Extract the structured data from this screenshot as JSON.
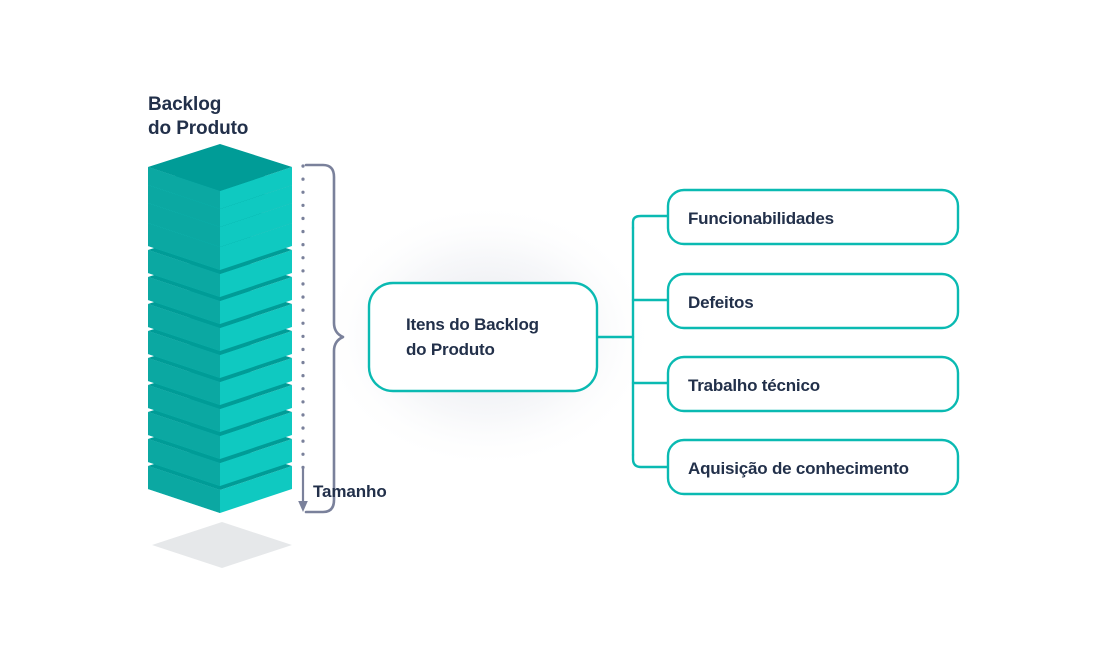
{
  "diagram": {
    "type": "mind-map",
    "background_color": "#ffffff",
    "stack": {
      "title_line1": "Backlog",
      "title_line2": "do Produto",
      "block_count": 13,
      "colors": {
        "top_face": "#009C97",
        "front_face": "#0FC9C1",
        "side_face": "#008B86",
        "ground_shadow": "#E6E8EA"
      }
    },
    "measure": {
      "label": "Tamanho",
      "brace_color": "#7A819B",
      "dotted_color": "#7A819B"
    },
    "center_node": {
      "line1": "Itens do Backlog",
      "line2": "do Produto",
      "border_color": "#0ABAB2",
      "text_color": "#22304A",
      "fill": "#FFFFFF"
    },
    "connector_color": "#0ABAB2",
    "branches": [
      {
        "label": "Funcionabilidades"
      },
      {
        "label": "Defeitos"
      },
      {
        "label": "Trabalho técnico"
      },
      {
        "label": "Aquisição de conhecimento"
      }
    ]
  }
}
